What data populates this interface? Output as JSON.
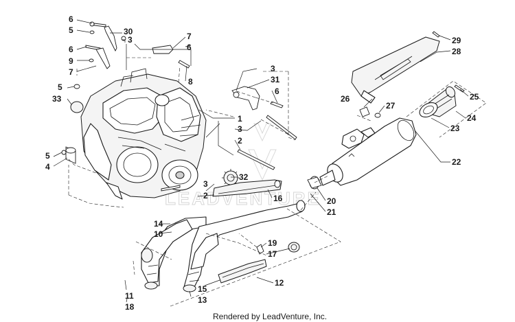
{
  "watermark": "LEADVENTURE",
  "credit": "Rendered by LeadVenture, Inc.",
  "callouts": {
    "c6a": "6",
    "c5a": "5",
    "c30": "30",
    "c3a": "3",
    "c6b": "6",
    "c9": "9",
    "c7a": "7",
    "c7b": "7",
    "c6c": "6",
    "c8": "8",
    "c5b": "5",
    "c33": "33",
    "c3b": "3",
    "c31": "31",
    "c6d": "6",
    "c1": "1",
    "c3c": "3",
    "c2a": "2",
    "c5c": "5",
    "c4": "4",
    "c32": "32",
    "c3d": "3",
    "c2b": "2",
    "c16": "16",
    "c29": "29",
    "c28": "28",
    "c26": "26",
    "c27": "27",
    "c25": "25",
    "c24": "24",
    "c23": "23",
    "c22": "22",
    "c20": "20",
    "c21": "21",
    "c14": "14",
    "c10": "10",
    "c19": "19",
    "c17": "17",
    "c12": "12",
    "c15": "15",
    "c13": "13",
    "c11": "11",
    "c18": "18"
  }
}
